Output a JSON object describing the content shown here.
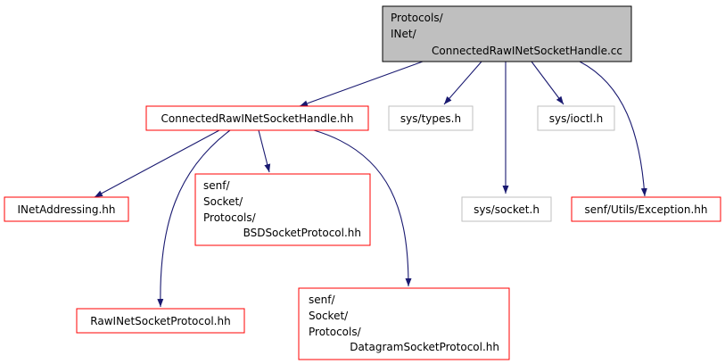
{
  "colors": {
    "root_fill": "#bfbfbf",
    "root_border": "#000000",
    "local_border": "#ff0000",
    "system_border": "#bfbfbf",
    "edge": "#191970",
    "text": "#000000"
  },
  "nodes": {
    "root": {
      "lines": [
        "Protocols/",
        "INet/",
        "ConnectedRawINetSocketHandle.cc"
      ]
    },
    "connected_hh": {
      "lines": [
        "ConnectedRawINetSocketHandle.hh"
      ]
    },
    "sys_types": {
      "lines": [
        "sys/types.h"
      ]
    },
    "sys_ioctl": {
      "lines": [
        "sys/ioctl.h"
      ]
    },
    "inet_addressing": {
      "lines": [
        "INetAddressing.hh"
      ]
    },
    "bsd_socket": {
      "lines": [
        "senf/",
        "Socket/",
        "Protocols/",
        "BSDSocketProtocol.hh"
      ]
    },
    "sys_socket": {
      "lines": [
        "sys/socket.h"
      ]
    },
    "exception": {
      "lines": [
        "senf/Utils/Exception.hh"
      ]
    },
    "raw_inet": {
      "lines": [
        "RawINetSocketProtocol.hh"
      ]
    },
    "datagram": {
      "lines": [
        "senf/",
        "Socket/",
        "Protocols/",
        "DatagramSocketProtocol.hh"
      ]
    }
  }
}
